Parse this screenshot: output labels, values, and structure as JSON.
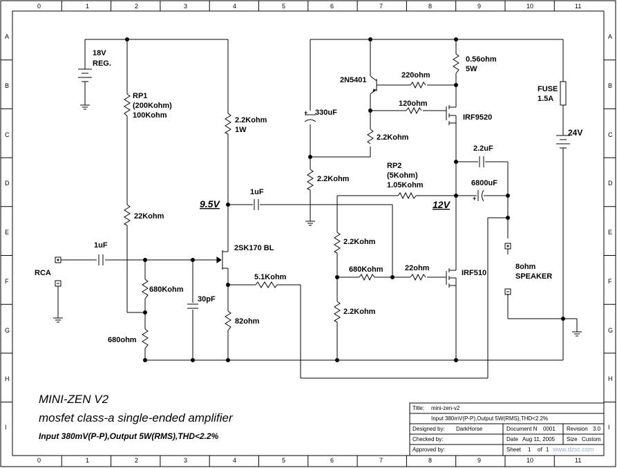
{
  "frame": {
    "columns": [
      "0",
      "1",
      "2",
      "3",
      "4",
      "5",
      "6",
      "7",
      "8",
      "9",
      "10",
      "11"
    ],
    "rows": [
      "A",
      "B",
      "C",
      "D",
      "E",
      "F",
      "G",
      "H",
      "I"
    ]
  },
  "labels": {
    "reg_voltage": "18V",
    "reg_type": "REG.",
    "rp1": "RP1",
    "rp1_range": "(200Kohm)",
    "rp1_value": "100Kohm",
    "r_22k": "22Kohm",
    "r_680_a": "680Kohm",
    "r_680_b": "680ohm",
    "c_30p": "30pF",
    "c_in": "1uF",
    "rca": "RCA",
    "r_2k2_1w": "2.2Kohm",
    "r_2k2_1w_rating": "1W",
    "node_9v5": "9.5V",
    "c_1u_mid": "1uF",
    "jfet": "2SK170 BL",
    "r_5k1": "5.1Kohm",
    "r_82": "82ohm",
    "c_330u": "330uF",
    "r_2k2_d": "2.2Kohm",
    "pnp": "2N5401",
    "r_220": "220ohm",
    "r_120": "120ohm",
    "r_2k2_c": "2.2Kohm",
    "r_056": "0.56ohm",
    "r_056_rating": "5W",
    "irf9520": "IRF9520",
    "rp2": "RP2",
    "rp2_range": "(5Kohm)",
    "rp2_value": "1.05Kohm",
    "node_12v": "12V",
    "c_2u2": "2.2uF",
    "c_6800u": "6800uF",
    "r_2k2_e": "2.2Kohm",
    "r_680k_f": "680Kohm",
    "r_22_f": "22ohm",
    "irf510": "IRF510",
    "r_2k2_g": "2.2Kohm",
    "fuse": "FUSE",
    "fuse_rating": "1.5A",
    "supply_24": "24V",
    "speaker_imp": "8ohm",
    "speaker": "SPEAKER"
  },
  "notes": {
    "title": "MINI-ZEN V2",
    "subtitle": "mosfet class-a single-ended amplifier",
    "spec": "Input 380mV(P-P),Output 5W(RMS),THD<2.2%"
  },
  "title_block": {
    "title_label": "Title:",
    "title_value": "mini-zen-v2",
    "desc": "Input 380mV(P-P),Output 5W(RMS),THD<2.2%",
    "designed_label": "Designed by:",
    "designed_value": "DarkHorse",
    "docno_label": "Document N",
    "docno_value": "0001",
    "revision_label": "Revision",
    "revision_value": "3.0",
    "checked_label": "Checked by:",
    "date_label": "Date",
    "date_value": "Aug 11, 2005",
    "size_label": "Size",
    "size_value": "Custom",
    "approved_label": "Approved by:",
    "sheet_label": "Sheet",
    "sheet_value": "1",
    "of_label": "of",
    "of_value": "1"
  },
  "watermark": "www.dzsc.com"
}
